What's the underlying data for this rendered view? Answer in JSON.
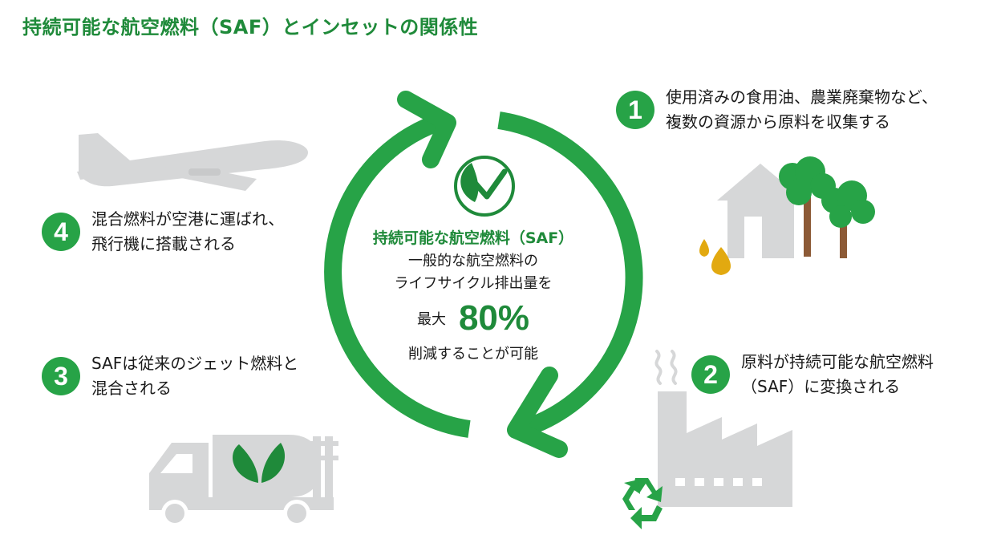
{
  "title": "持続可能な航空燃料（SAF）とインセットの関係性",
  "center": {
    "saf_title": "持続可能な航空燃料（SAF）",
    "line1": "一般的な航空燃料の",
    "line2": "ライフサイクル排出量を",
    "max_label": "最大",
    "percent": "80%",
    "reduce": "削減することが可能"
  },
  "steps": [
    {
      "number": "1",
      "line1": "使用済みの食用油、農業廃棄物など、",
      "line2": "複数の資源から原料を収集する"
    },
    {
      "number": "2",
      "line1": "原料が持続可能な航空燃料",
      "line2": "（SAF）に変換される"
    },
    {
      "number": "3",
      "line1": "SAFは従来のジェット燃料と",
      "line2": "混合される"
    },
    {
      "number": "4",
      "line1": "混合燃料が空港に運ばれ、",
      "line2": "飛行機に搭載される"
    }
  ],
  "icons": {
    "center": "leaf-check-icon",
    "step1": "house-trees-oil-icon",
    "step2": "factory-recycle-icon",
    "step3": "tanker-truck-leaf-icon",
    "step4": "airplane-icon"
  },
  "colors": {
    "accent_green": "#27a347",
    "title_green": "#1f8a3a",
    "icon_gray": "#d6d7d8",
    "oil_yellow": "#e2a910",
    "trunk_brown": "#8c5a36"
  }
}
